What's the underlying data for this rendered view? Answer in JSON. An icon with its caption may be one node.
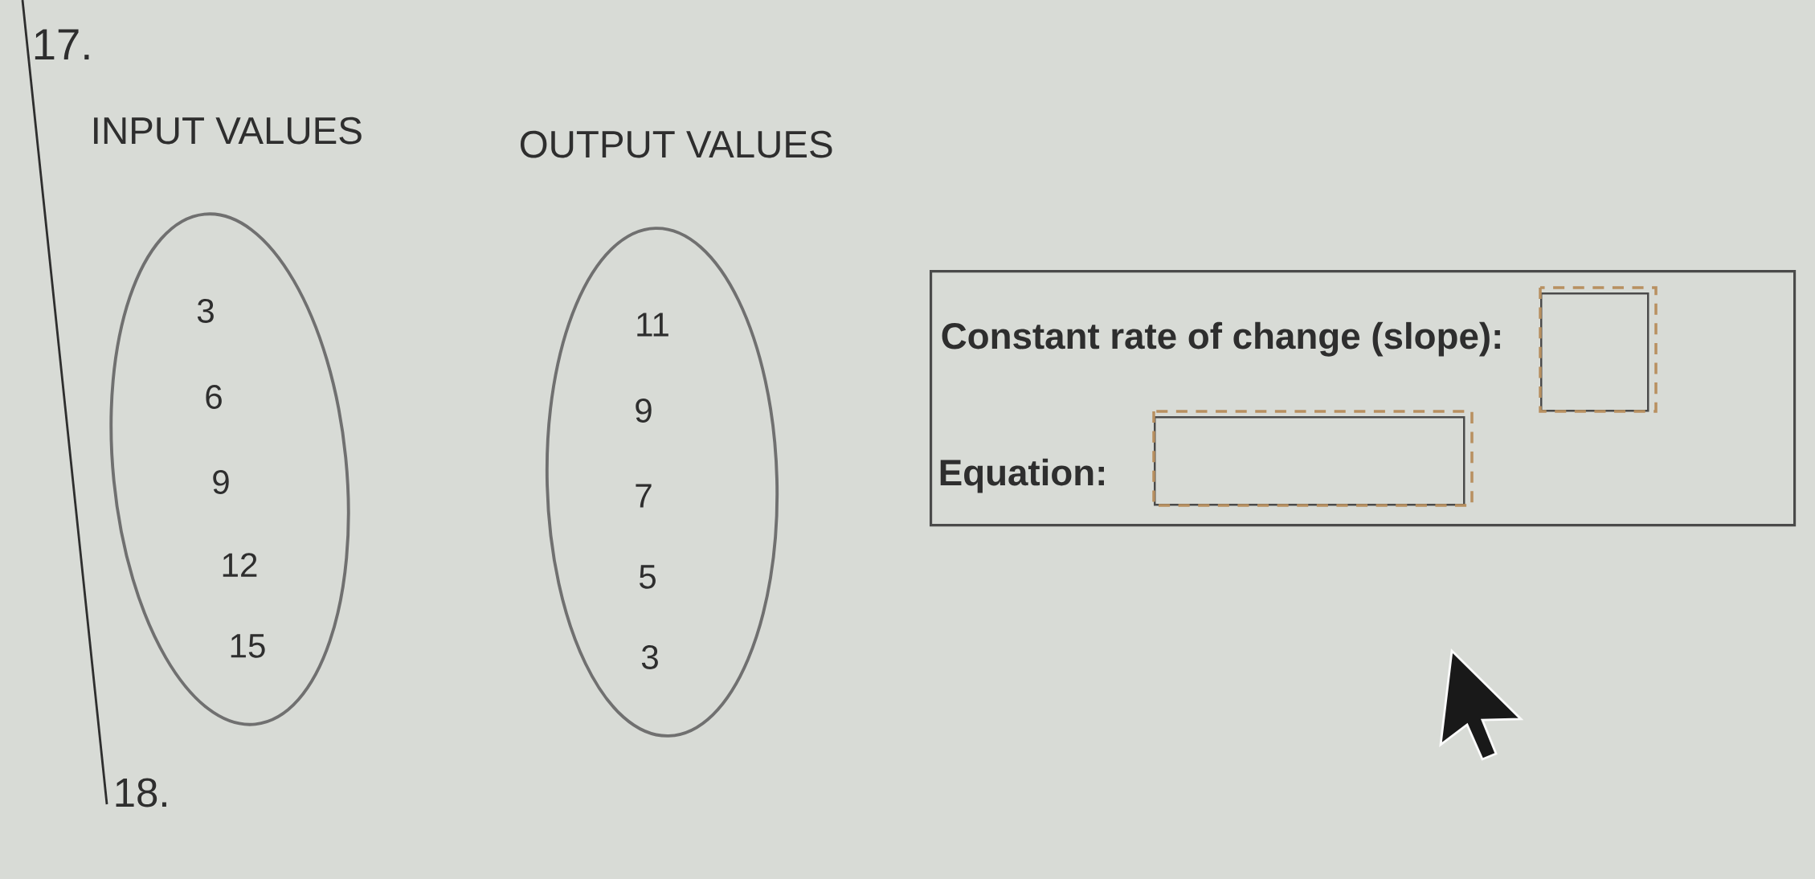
{
  "diagram": {
    "nodes": [
      {
        "text": [
          "INPUT VALUES",
          "3",
          "6",
          "9",
          "12",
          "15"
        ]
      },
      {
        "text": [
          "OUTPUT VALUES",
          "11",
          "9",
          "7",
          "5",
          "3"
        ]
      },
      {
        "text": [
          "Constant rate of change (slope):",
          "Equation:"
        ]
      },
      {
        "text": [],
        "shape": "box",
        "in": 2
      },
      {
        "text": [],
        "shape": "box",
        "in": 2
      }
    ],
    "labels": [
      "17.",
      "18."
    ]
  }
}
